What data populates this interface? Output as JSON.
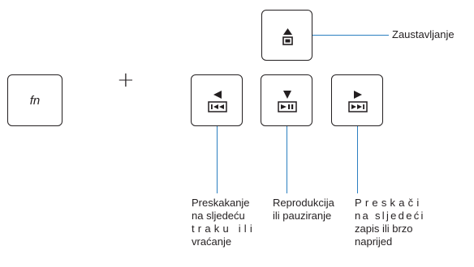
{
  "keys": {
    "fn": {
      "label": "fn"
    },
    "stop": {
      "icon": "eject-stop-icon"
    },
    "prev": {
      "icon": "previous-track-icon"
    },
    "play": {
      "icon": "play-pause-icon"
    },
    "next": {
      "icon": "next-track-icon"
    }
  },
  "operator": "+",
  "labels": {
    "stop": "Zaustavljanje",
    "prev": [
      "Preskakanje",
      "na sljedeću",
      "traku ili",
      "vraćanje"
    ],
    "play": [
      "Reprodukcija",
      "ili pauziranje"
    ],
    "next": [
      "Preskači",
      "na sljedeći",
      "zapis ili brzo",
      "naprijed"
    ]
  },
  "colors": {
    "leader_line": "#2b7fc0",
    "key_border": "#231f20"
  }
}
